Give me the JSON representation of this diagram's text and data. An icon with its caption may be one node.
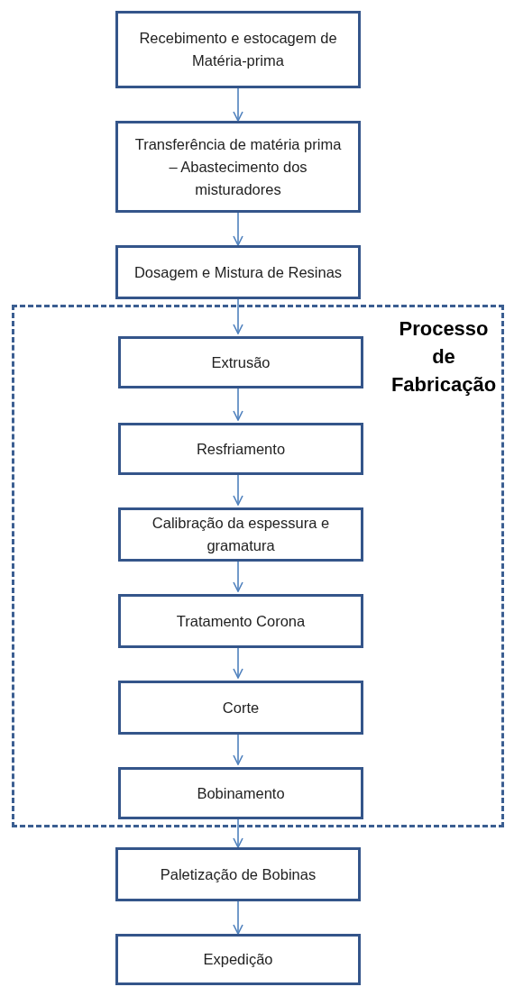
{
  "diagram": {
    "nodes": [
      {
        "text": [
          "Recebimento e estocagem de Matéria-prima"
        ]
      },
      {
        "text": [
          "Transferência de matéria prima – Abastecimento dos misturadores"
        ]
      },
      {
        "text": [
          "Dosagem e Mistura de Resinas"
        ]
      },
      {
        "text": [
          "Processo de Fabricação"
        ]
      },
      {
        "text": [
          "Extrusão"
        ],
        "in": 3
      },
      {
        "text": [
          "Resfriamento"
        ],
        "in": 3
      },
      {
        "text": [
          "Calibração da espessura e gramatura"
        ],
        "in": 3
      },
      {
        "text": [
          "Tratamento Corona"
        ],
        "in": 3
      },
      {
        "text": [
          "Corte"
        ],
        "in": 3
      },
      {
        "text": [
          "Bobinamento"
        ],
        "in": 3
      },
      {
        "text": [
          "Paletização de Bobinas"
        ]
      },
      {
        "text": [
          "Expedição"
        ]
      }
    ],
    "edges": [
      {
        "from": 0,
        "to": 1,
        "arrow": "to"
      },
      {
        "from": 1,
        "to": 2,
        "arrow": "to"
      },
      {
        "from": 2,
        "to": 4,
        "arrow": "to"
      },
      {
        "from": 4,
        "to": 5,
        "arrow": "to"
      },
      {
        "from": 5,
        "to": 6,
        "arrow": "to"
      },
      {
        "from": 6,
        "to": 7,
        "arrow": "to"
      },
      {
        "from": 7,
        "to": 8,
        "arrow": "to"
      },
      {
        "from": 8,
        "to": 9,
        "arrow": "to"
      },
      {
        "from": 9,
        "to": 10,
        "arrow": "to"
      },
      {
        "from": 10,
        "to": 11,
        "arrow": "to"
      }
    ]
  }
}
